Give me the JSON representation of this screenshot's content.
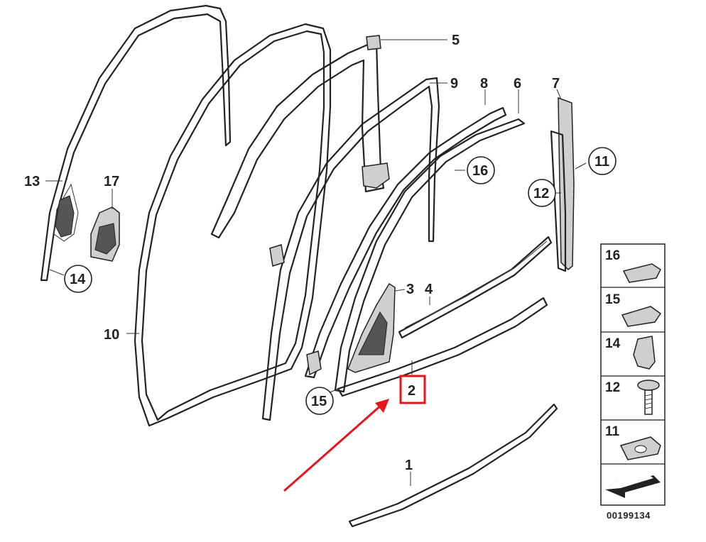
{
  "diagram": {
    "callouts": [
      "1",
      "2",
      "3",
      "4",
      "5",
      "6",
      "7",
      "8",
      "9",
      "10",
      "11",
      "12",
      "13",
      "14",
      "15",
      "16",
      "17"
    ],
    "circled_callouts": [
      "11",
      "12",
      "14",
      "15",
      "16"
    ],
    "highlighted_callout": "2",
    "legend": [
      "16",
      "15",
      "14",
      "12",
      "11"
    ],
    "reference_number": "00199134",
    "colors": {
      "line": "#222222",
      "highlight": "#e8141a",
      "arrow": "#e8141a",
      "shade": "#cfcfcf"
    }
  }
}
